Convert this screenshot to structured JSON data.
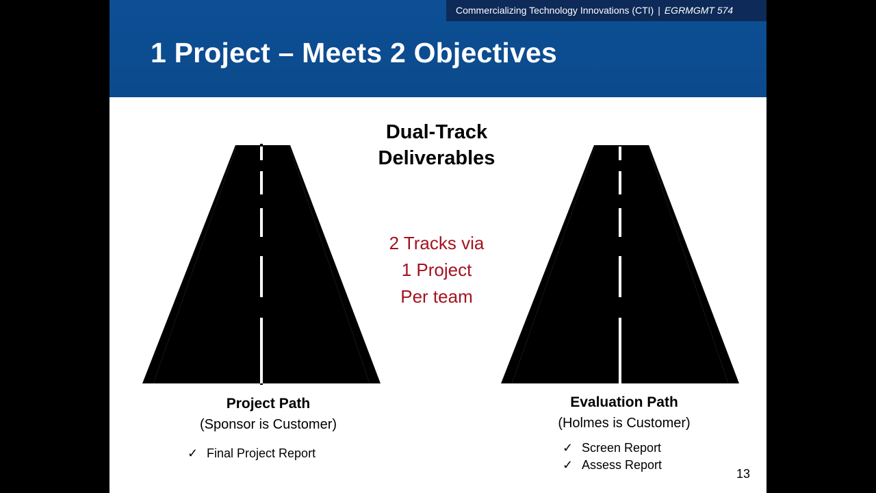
{
  "header": {
    "course_name": "Commercializing Technology Innovations (CTI)",
    "separator": "|",
    "course_code": "EGRMGMT 574",
    "title": "1 Project – Meets 2 Objectives"
  },
  "center": {
    "heading_line1": "Dual-Track",
    "heading_line2": "Deliverables",
    "note_line1": "2 Tracks via",
    "note_line2": "1 Project",
    "note_line3": "Per team"
  },
  "project_path": {
    "title": "Project Path",
    "subtitle": "(Sponsor is Customer)",
    "deliverables": [
      "Final Project Report"
    ]
  },
  "evaluation_path": {
    "title": "Evaluation Path",
    "subtitle": "(Holmes is Customer)",
    "deliverables": [
      "Screen Report",
      "Assess Report"
    ]
  },
  "check_mark": "✓",
  "page_number": "13",
  "colors": {
    "header_blue": "#0b4a8c",
    "course_tag_bg": "#0d2a58",
    "accent_red": "#a3121f",
    "road": "#000000"
  },
  "icons": [
    "road-icon",
    "road-icon",
    "check-icon"
  ]
}
